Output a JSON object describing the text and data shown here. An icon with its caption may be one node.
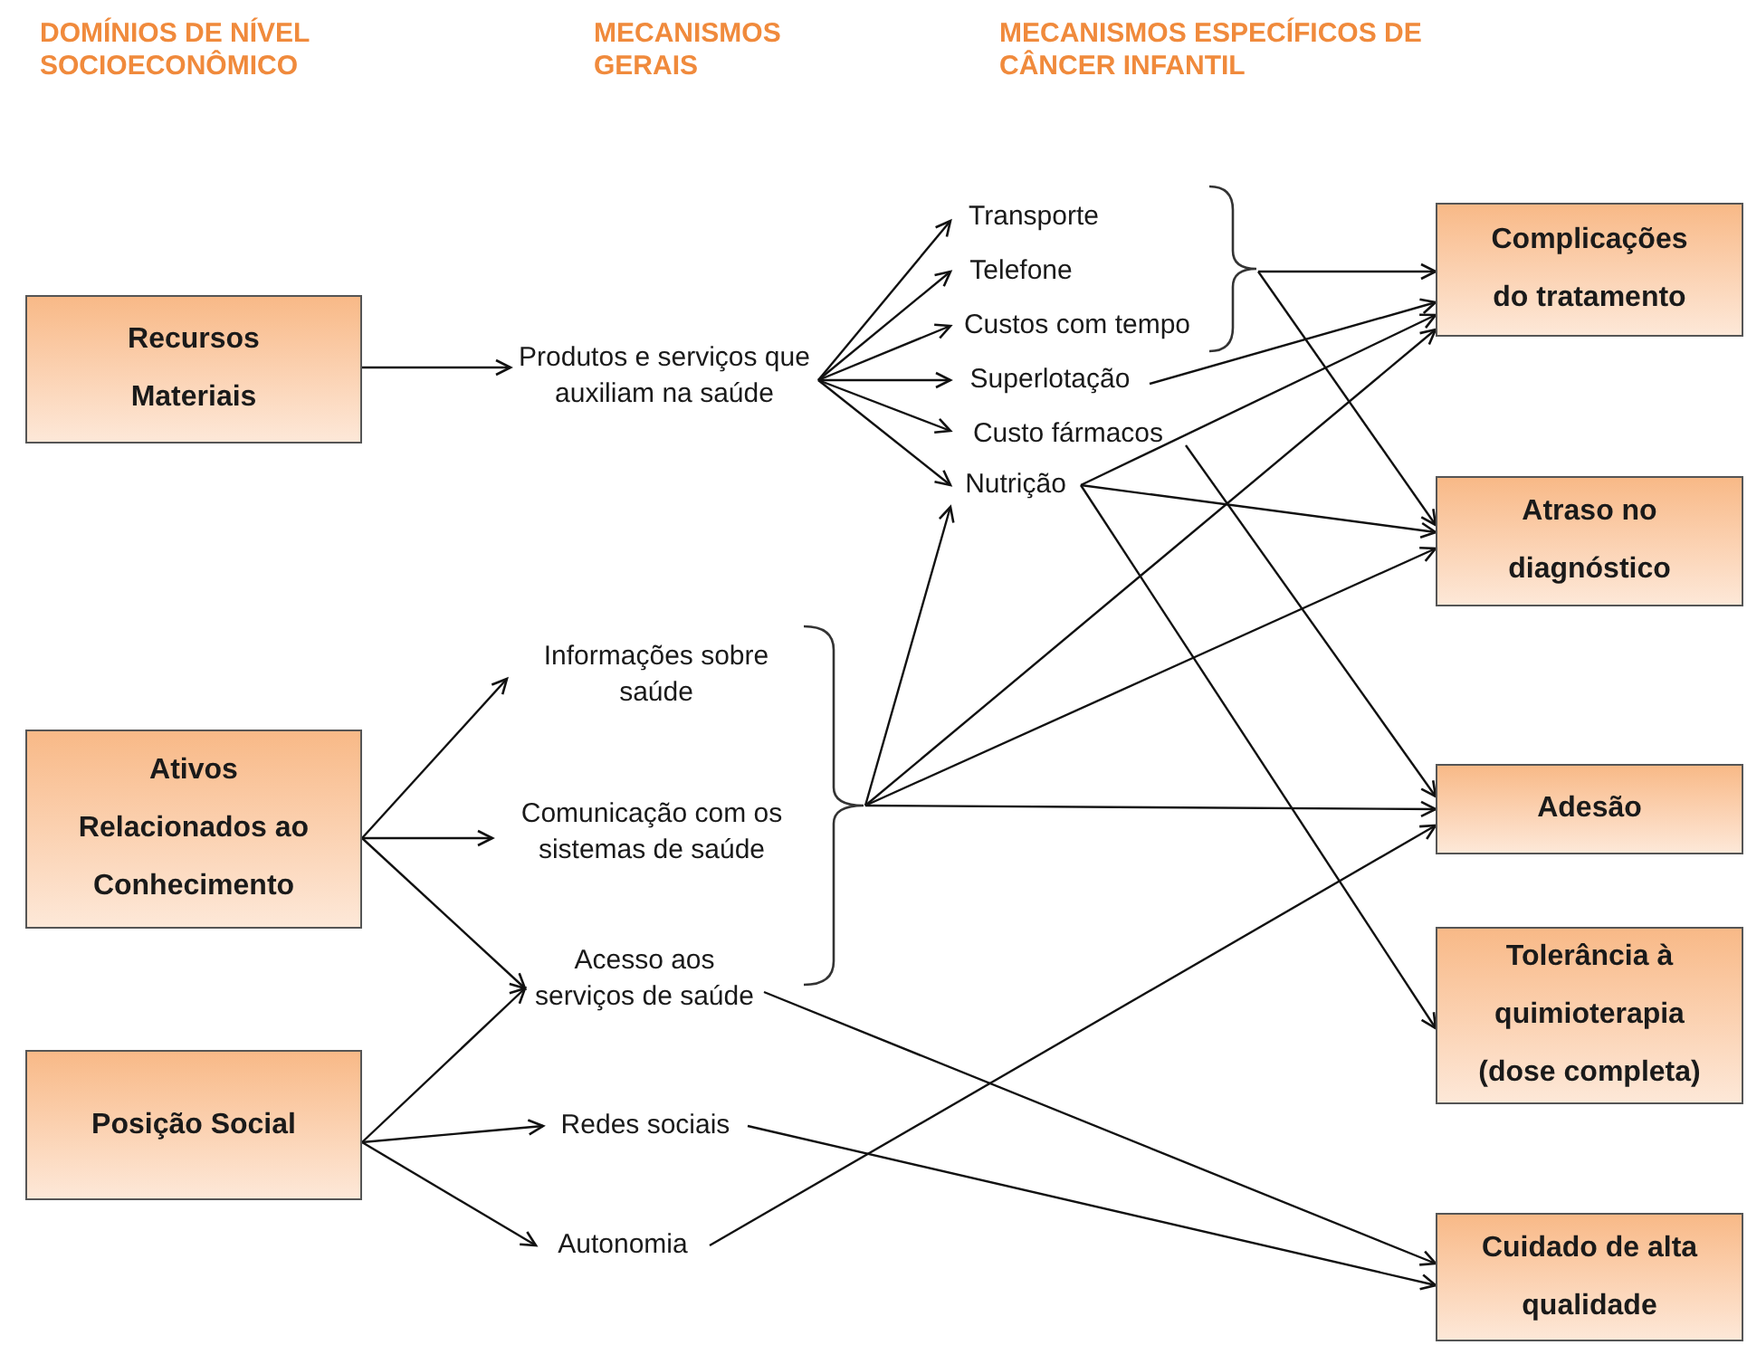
{
  "diagram": {
    "nodes": [
      {
        "text": [
          "Recursos Materiais"
        ]
      },
      {
        "text": [
          "Ativos Relacionados ao Conhecimento"
        ]
      },
      {
        "text": [
          "Posição Social"
        ]
      },
      {
        "text": [
          "Produtos e serviços que auxiliam na saúde"
        ]
      },
      {
        "text": [
          "Informações sobre saúde"
        ]
      },
      {
        "text": [
          "Comunicação com os sistemas de saúde"
        ]
      },
      {
        "text": [
          "Acesso aos serviços de saúde"
        ]
      },
      {
        "text": [
          "Redes sociais"
        ]
      },
      {
        "text": [
          "Autonomia"
        ]
      },
      {
        "text": [],
        "shape": "brace"
      },
      {
        "text": [
          "Transporte"
        ]
      },
      {
        "text": [
          "Telefone"
        ]
      },
      {
        "text": [
          "Custos com tempo"
        ]
      },
      {
        "text": [],
        "shape": "brace"
      },
      {
        "text": [
          "Superlotação"
        ]
      },
      {
        "text": [
          "Custo fármacos"
        ]
      },
      {
        "text": [
          "Nutrição"
        ]
      },
      {
        "text": [
          "Complicações do tratamento"
        ]
      },
      {
        "text": [
          "Atraso no diagnóstico"
        ]
      },
      {
        "text": [
          "Adesão"
        ]
      },
      {
        "text": [
          "Tolerância à quimioterapia (dose completa)"
        ]
      },
      {
        "text": [
          "Cuidado de alta qualidade"
        ]
      }
    ],
    "edges": [
      {
        "from": 0,
        "to": 3,
        "arrow": "to"
      },
      {
        "from": 1,
        "to": 4,
        "arrow": "to"
      },
      {
        "from": 1,
        "to": 5,
        "arrow": "to"
      },
      {
        "from": 1,
        "to": 6,
        "arrow": "to"
      },
      {
        "from": 2,
        "to": 6,
        "arrow": "to"
      },
      {
        "from": 2,
        "to": 7,
        "arrow": "to"
      },
      {
        "from": 2,
        "to": 8,
        "arrow": "to"
      },
      {
        "from": 3,
        "to": 10,
        "arrow": "to"
      },
      {
        "from": 3,
        "to": 11,
        "arrow": "to"
      },
      {
        "from": 3,
        "to": 12,
        "arrow": "to"
      },
      {
        "from": 3,
        "to": 14,
        "arrow": "to"
      },
      {
        "from": 3,
        "to": 15,
        "arrow": "to"
      },
      {
        "from": 3,
        "to": 16,
        "arrow": "to"
      },
      {
        "from": 13,
        "to": 17,
        "arrow": "to"
      },
      {
        "from": 13,
        "to": 18,
        "arrow": "to"
      },
      {
        "from": 14,
        "to": 17,
        "arrow": "to"
      },
      {
        "from": 16,
        "to": 17,
        "arrow": "to"
      },
      {
        "from": 16,
        "to": 18,
        "arrow": "to"
      },
      {
        "from": 16,
        "to": 20,
        "arrow": "to"
      },
      {
        "from": 15,
        "to": 19,
        "arrow": "to"
      },
      {
        "from": 9,
        "to": 16,
        "arrow": "to"
      },
      {
        "from": 9,
        "to": 17,
        "arrow": "to"
      },
      {
        "from": 9,
        "to": 18,
        "arrow": "to"
      },
      {
        "from": 9,
        "to": 19,
        "arrow": "to"
      },
      {
        "from": 6,
        "to": 21,
        "arrow": "to"
      },
      {
        "from": 7,
        "to": 21,
        "arrow": "to"
      },
      {
        "from": 8,
        "to": 19,
        "arrow": "to"
      }
    ],
    "labels": [
      "DOMÍNIOS DE NÍVEL SOCIOECONÔMICO",
      "MECANISMOS GERAIS",
      "MECANISMOS ESPECÍFICOS DE CÂNCER INFANTIL"
    ]
  }
}
